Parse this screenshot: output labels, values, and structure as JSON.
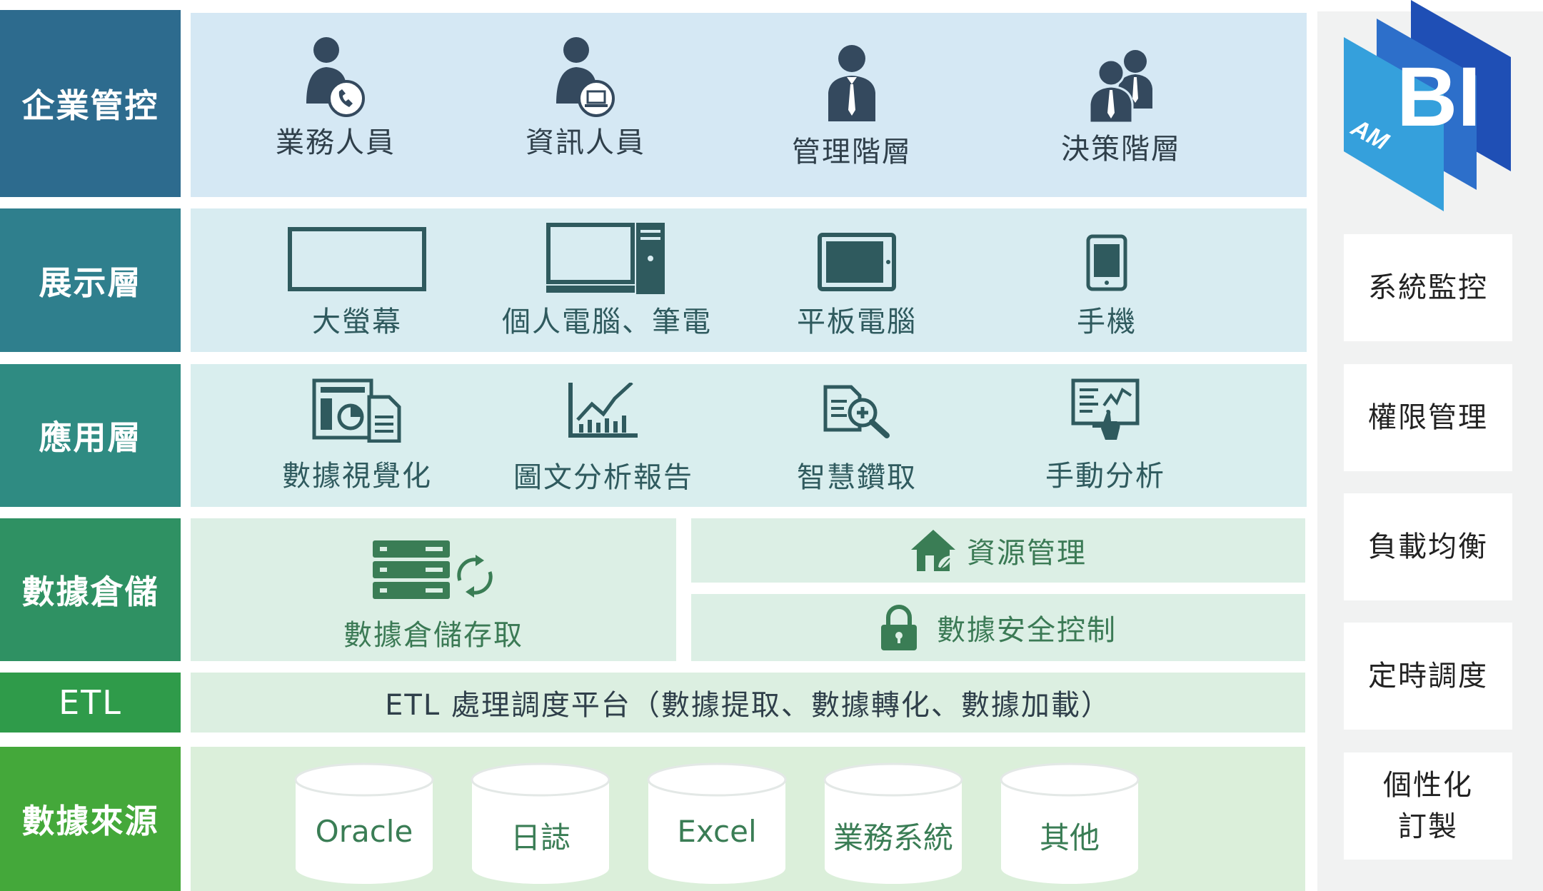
{
  "colors": {
    "layer1": "#2d6b8e",
    "layer2": "#2f7f8d",
    "layer3": "#2f8b82",
    "layer4": "#2f9163",
    "layer5": "#2f9b4a",
    "layer6": "#44a83a",
    "panel1": "#d5e8f4",
    "panel2": "#d8ecf1",
    "panel3": "#d9eeee",
    "panel4": "#dcefe5",
    "panel5": "#dcefe1",
    "panel6": "#dbefda"
  },
  "layers": {
    "enterprise": {
      "label": "企業管控",
      "items": [
        {
          "label": "業務人員",
          "icon": "person-phone-icon"
        },
        {
          "label": "資訊人員",
          "icon": "person-laptop-icon"
        },
        {
          "label": "管理階層",
          "icon": "manager-icon"
        },
        {
          "label": "決策階層",
          "icon": "executives-icon"
        }
      ]
    },
    "display": {
      "label": "展示層",
      "items": [
        {
          "label": "大螢幕",
          "icon": "big-screen-icon"
        },
        {
          "label": "個人電腦、筆電",
          "icon": "desktop-pc-icon"
        },
        {
          "label": "平板電腦",
          "icon": "tablet-icon"
        },
        {
          "label": "手機",
          "icon": "mobile-phone-icon"
        }
      ]
    },
    "application": {
      "label": "應用層",
      "items": [
        {
          "label": "數據視覺化",
          "icon": "dashboard-document-icon"
        },
        {
          "label": "圖文分析報告",
          "icon": "bar-chart-icon"
        },
        {
          "label": "智慧鑽取",
          "icon": "document-search-icon"
        },
        {
          "label": "手動分析",
          "icon": "touch-monitor-icon"
        }
      ]
    },
    "warehouse": {
      "label": "數據倉儲",
      "access": "數據倉儲存取",
      "resource": "資源管理",
      "security": "數據安全控制"
    },
    "etl": {
      "label": "ETL",
      "text": "ETL 處理調度平台（數據提取、數據轉化、數據加載）"
    },
    "source": {
      "label": "數據來源",
      "items": [
        "Oracle",
        "日誌",
        "Excel",
        "業務系統",
        "其他"
      ]
    }
  },
  "logo": {
    "text": "BI",
    "subtext": "AM"
  },
  "right_panel": [
    "系統監控",
    "權限管理",
    "負載均衡",
    "定時調度"
  ],
  "right_panel_last": [
    "個性化",
    "訂製"
  ]
}
